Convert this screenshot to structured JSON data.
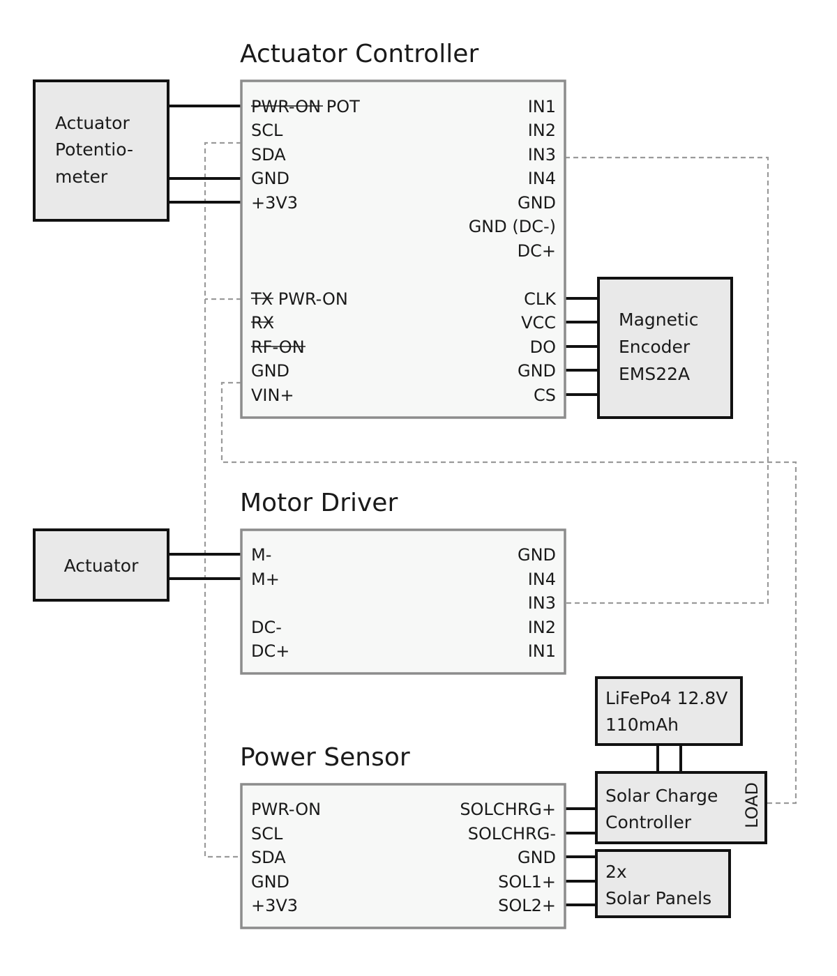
{
  "boards": {
    "actuator_controller": {
      "title": "Actuator Controller",
      "left_pins": [
        {
          "old": "PWR-ON",
          "label": "POT"
        },
        {
          "label": "SCL"
        },
        {
          "label": "SDA"
        },
        {
          "label": "GND"
        },
        {
          "label": "+3V3"
        },
        {
          "old": "TX",
          "label": "PWR-ON"
        },
        {
          "old": "RX",
          "label": ""
        },
        {
          "old": "RF-ON",
          "label": ""
        },
        {
          "label": "GND"
        },
        {
          "label": "VIN+"
        }
      ],
      "right_pins": [
        "IN1",
        "IN2",
        "IN3",
        "IN4",
        "GND",
        "GND (DC-)",
        "DC+",
        "CLK",
        "VCC",
        "DO",
        "GND",
        "CS"
      ]
    },
    "motor_driver": {
      "title": "Motor Driver",
      "left_pins": [
        "M-",
        "M+",
        "DC-",
        "DC+"
      ],
      "right_pins": [
        "GND",
        "IN4",
        "IN3",
        "IN2",
        "IN1"
      ]
    },
    "power_sensor": {
      "title": "Power Sensor",
      "left_pins": [
        "PWR-ON",
        "SCL",
        "SDA",
        "GND",
        "+3V3"
      ],
      "right_pins": [
        "SOLCHRG+",
        "SOLCHRG-",
        "GND",
        "SOL1+",
        "SOL2+"
      ]
    }
  },
  "components": {
    "actuator_potentiometer": [
      "Actuator",
      "Potentio-",
      "meter"
    ],
    "actuator": [
      "Actuator"
    ],
    "magnetic_encoder": [
      "Magnetic",
      "Encoder",
      "EMS22A"
    ],
    "battery": [
      "LiFePo4 12.8V",
      "110mAh"
    ],
    "solar_charge_controller": [
      "Solar Charge",
      "Controller"
    ],
    "solar_charge_controller_side": "LOAD",
    "solar_panels": [
      "2x",
      "Solar Panels"
    ]
  }
}
